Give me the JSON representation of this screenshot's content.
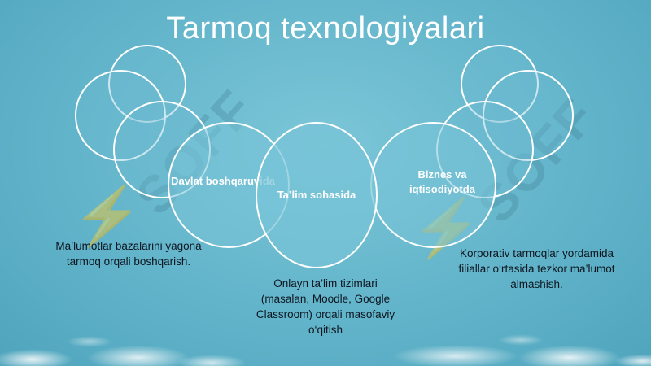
{
  "slide": {
    "title": "Tarmoq texnologiyalari",
    "circles": {
      "left": "Davlat boshqaruvida",
      "center": "Ta’lim sohasida",
      "right": "Biznes va iqtisodiyotda"
    },
    "captions": {
      "left": "Ma’lumotlar bazalarini yagona tarmoq orqali boshqarish.",
      "center": "Onlayn ta’lim tizimlari (masalan, Moodle, Google Classroom) orqali masofaviy o‘qitish",
      "right": "Korporativ tarmoqlar yordamida filiallar o‘rtasida tezkor ma’lumot almashish."
    },
    "watermark": "SOFF"
  },
  "colors": {
    "background": "#62b4ca",
    "circle_stroke": "#ffffff",
    "title": "#ffffff",
    "caption": "#0d1620"
  }
}
